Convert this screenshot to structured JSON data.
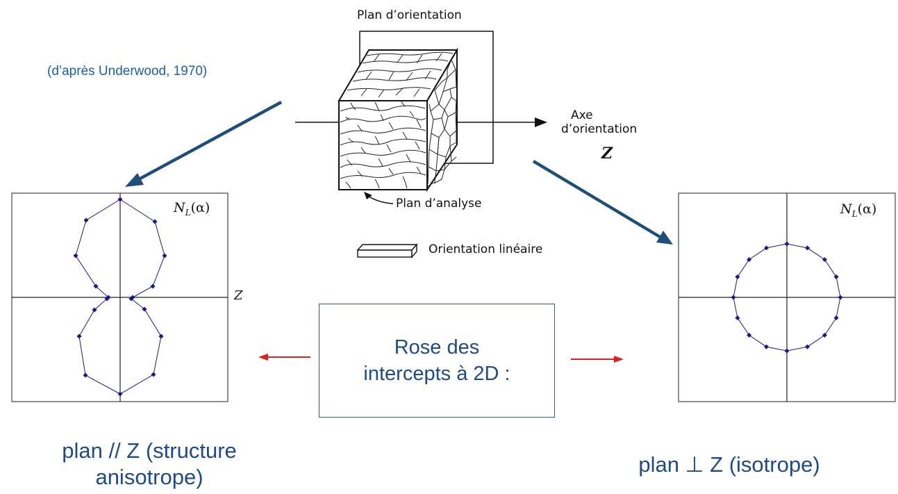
{
  "credit": "(d’après Underwood, 1970)",
  "figure": {
    "orientation_plane": "Plan d’orientation",
    "axis_line1": "Axe",
    "axis_line2": "d’orientation",
    "axis_symbol": "Z",
    "analysis_plane": "Plan d’analyse",
    "linear_orientation": "Orientation linéaire"
  },
  "rose_box": {
    "line1": "Rose des",
    "line2": "intercepts à 2D :"
  },
  "left_plot": {
    "function_label": "N",
    "function_sub": "L",
    "function_arg": "(α)",
    "axis_label": "Z",
    "caption_line1": "plan // Z (structure",
    "caption_line2": "anisotrope)"
  },
  "right_plot": {
    "function_label": "N",
    "function_sub": "L",
    "function_arg": "(α)",
    "caption": "plan ⊥ Z (isotrope)"
  },
  "colors": {
    "arrow_blue": "#1f4e79",
    "arrow_red": "#e02020",
    "rose_line": "#1a1a8a",
    "caption_blue": "#1e4a86",
    "credit_blue": "#1d5fa8"
  }
}
